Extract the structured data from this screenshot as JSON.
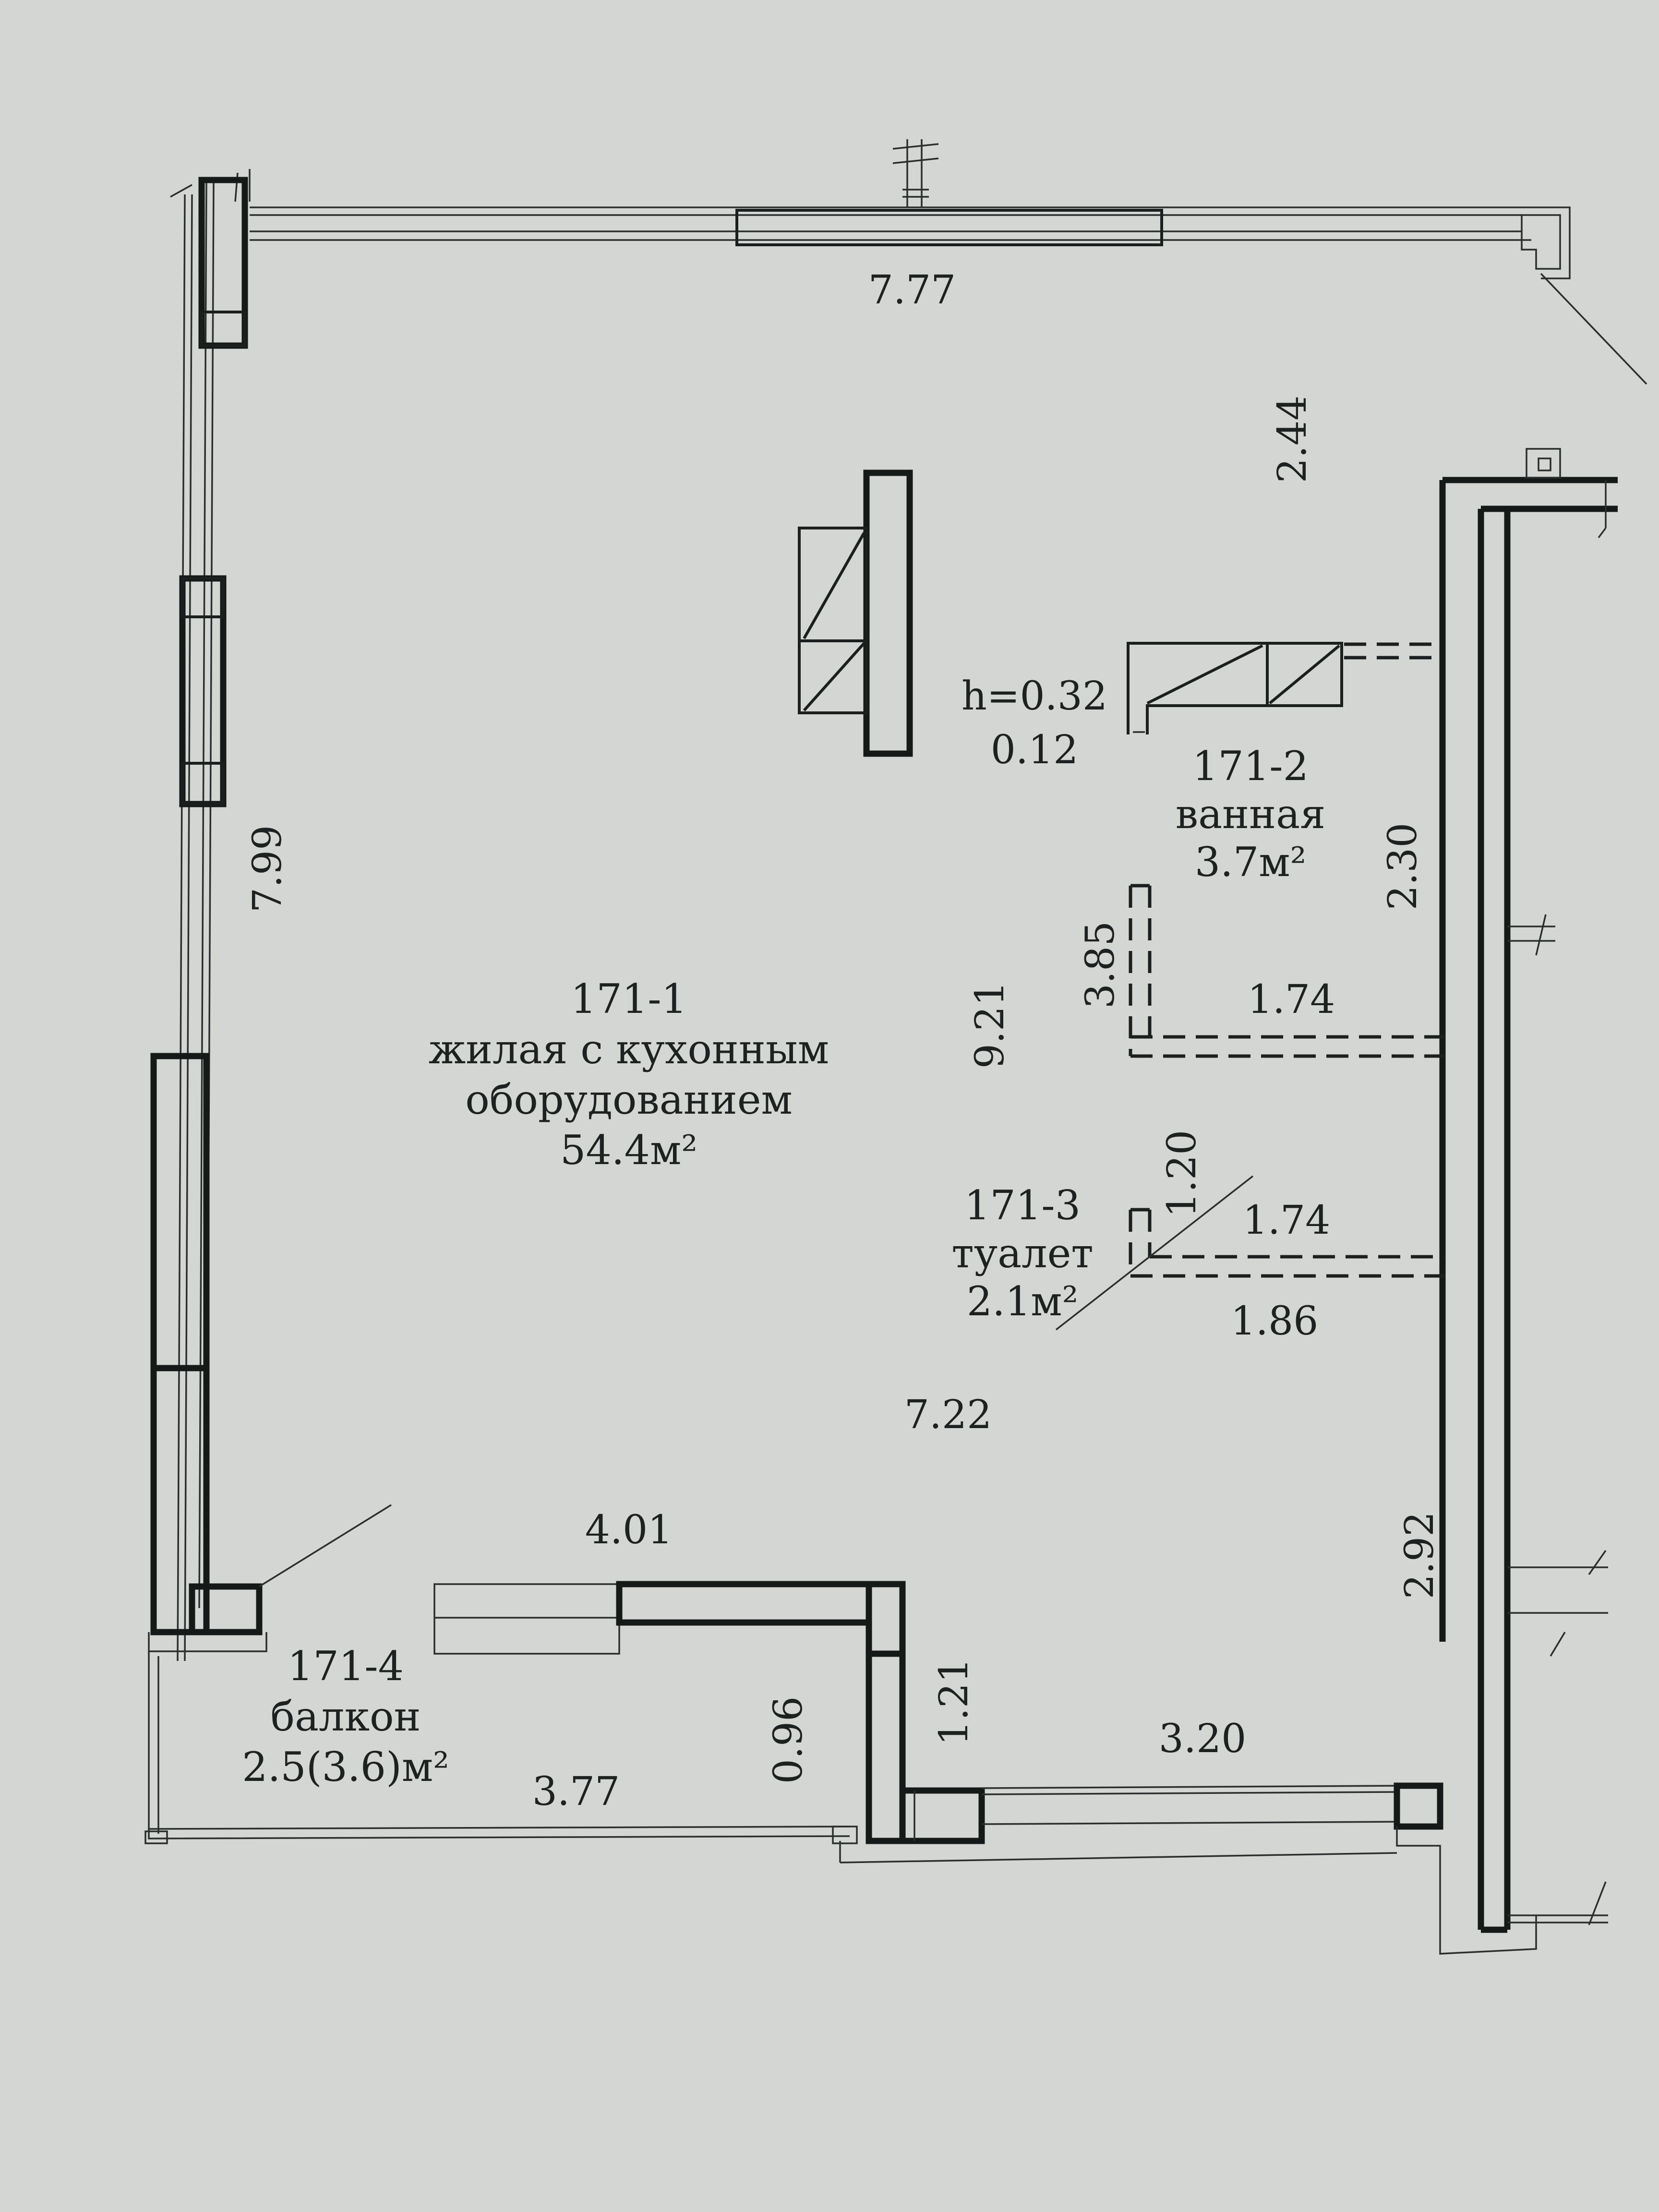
{
  "rooms": {
    "living": {
      "id": "171-1",
      "name_line1": "жилая с кухонным",
      "name_line2": "оборудованием",
      "area": "54.4м²"
    },
    "bath": {
      "id": "171-2",
      "name": "ванная",
      "area": "3.7м²"
    },
    "toilet": {
      "id": "171-3",
      "name": "туалет",
      "area": "2.1м²"
    },
    "balcony": {
      "id": "171-4",
      "name": "балкон",
      "area": "2.5(3.6)м²"
    }
  },
  "dimensions": {
    "top_wall": "7.77",
    "right_upper": "2.44",
    "left_wall": "7.99",
    "bath_right": "2.30",
    "bath_h": "h=0.32",
    "bath_012": "0.12",
    "bath_width": "1.74",
    "bath_depth": "3.85",
    "living_depth": "9.21",
    "toilet_width_top": "1.74",
    "toilet_depth": "1.20",
    "toilet_width_bottom": "1.86",
    "living_width": "7.22",
    "bottom_wall_left": "4.01",
    "right_lower": "2.92",
    "niche_depth": "1.21",
    "bottom_right": "3.20",
    "balcony_depth": "0.96",
    "balcony_width": "3.77"
  }
}
